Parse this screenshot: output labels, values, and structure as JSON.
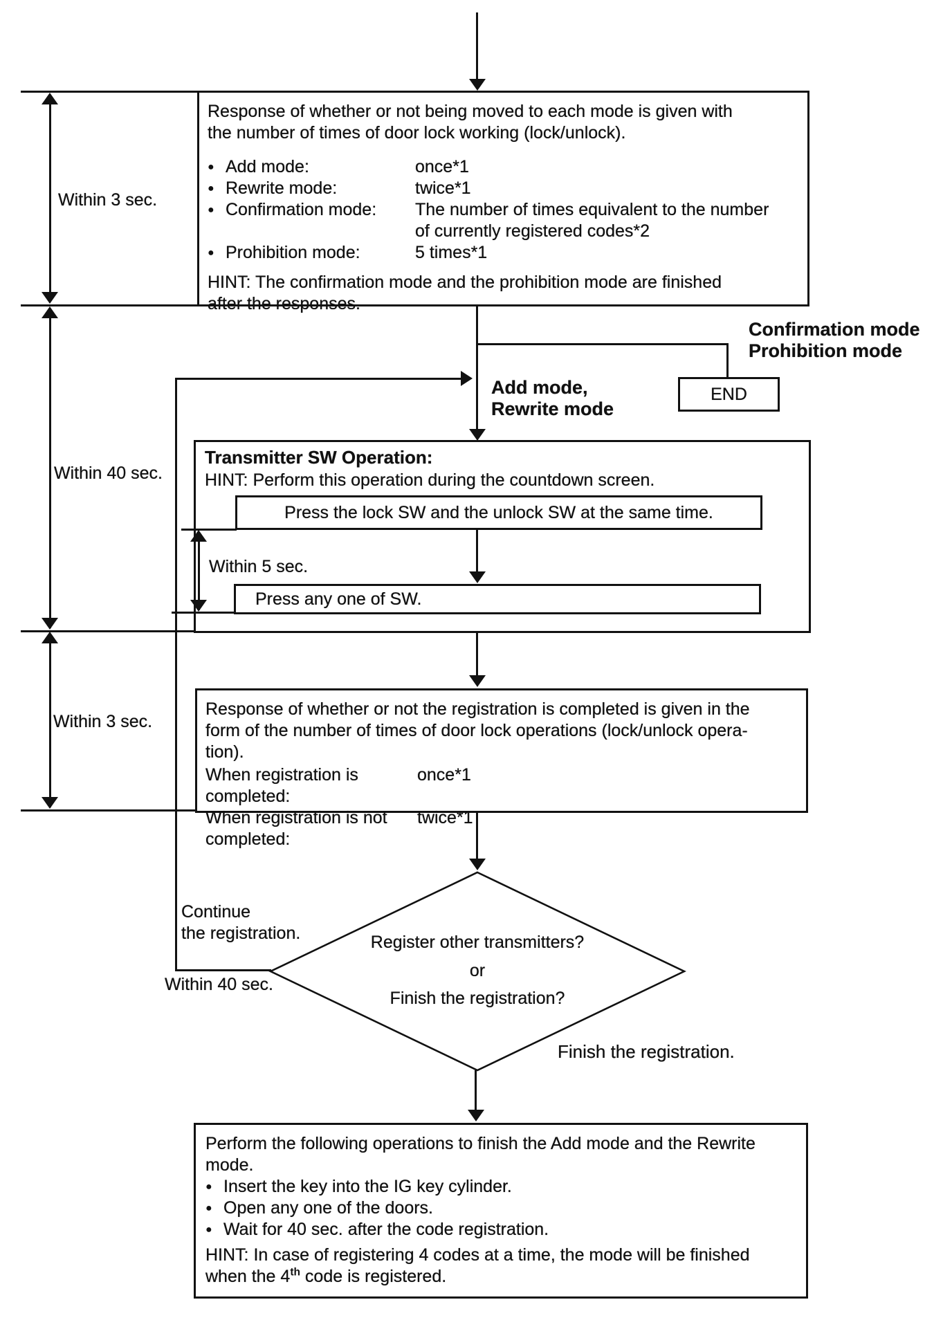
{
  "page": {
    "background": "#ffffff",
    "ink": "#111111",
    "bullet_glyph": "●"
  },
  "timing": {
    "within_3_sec_top": "Within 3 sec.",
    "within_40_sec": "Within 40 sec.",
    "within_3_sec_bottom": "Within 3 sec."
  },
  "box_response_mode": {
    "intro": [
      "Response of whether or not being moved to each mode is given with",
      "the number of times of door lock working (lock/unlock)."
    ],
    "modes": [
      {
        "label": "Add mode:",
        "value": "once*1"
      },
      {
        "label": "Rewrite mode:",
        "value": "twice*1"
      },
      {
        "label": "Confirmation mode:",
        "value": [
          "The number of times equivalent to the number",
          "of currently registered codes*2"
        ]
      },
      {
        "label": "Prohibition mode:",
        "value": "5 times*1"
      }
    ],
    "hint": [
      "HINT: The confirmation mode and the prohibition mode are finished",
      "after the responses."
    ]
  },
  "branch": {
    "confirmation_prohibition_label": [
      "Confirmation mode",
      "Prohibition mode"
    ],
    "add_rewrite_label": [
      "Add mode,",
      "Rewrite mode"
    ],
    "end_label": "END"
  },
  "box_transmitter_sw": {
    "title": "Transmitter SW Operation:",
    "hint": "HINT: Perform this operation during the countdown screen.",
    "step1": "Press the lock SW and the unlock SW at the same time.",
    "within_5_sec": "Within 5 sec.",
    "step2": "Press any one of SW."
  },
  "box_registration_response": {
    "body": [
      "Response of whether or not the registration is completed is given in the",
      "form of the number of times of door lock operations (lock/unlock opera-",
      "tion)."
    ],
    "rows": [
      {
        "label": "When registration is completed:",
        "value": "once*1"
      },
      {
        "label": "When registration is not completed:",
        "value": "twice*1"
      }
    ]
  },
  "decision": {
    "line1": "Register other transmitters?",
    "line2": "or",
    "line3": "Finish the registration?",
    "continue_label": [
      "Continue",
      "the registration."
    ],
    "loop_within_label": "Within 40 sec.",
    "finish_label": "Finish the registration."
  },
  "box_finish": {
    "intro": [
      "Perform the following operations to finish the Add mode and the Rewrite",
      "mode."
    ],
    "bullets": [
      "Insert the key into the IG key cylinder.",
      "Open any one of the doors.",
      "Wait for 40 sec. after the code registration."
    ],
    "hint_line1": "HINT: In case of registering 4 codes at a time, the mode will be finished",
    "hint_line2_pre": "when the 4",
    "hint_sup": "th",
    "hint_line2_post": " code is registered."
  }
}
